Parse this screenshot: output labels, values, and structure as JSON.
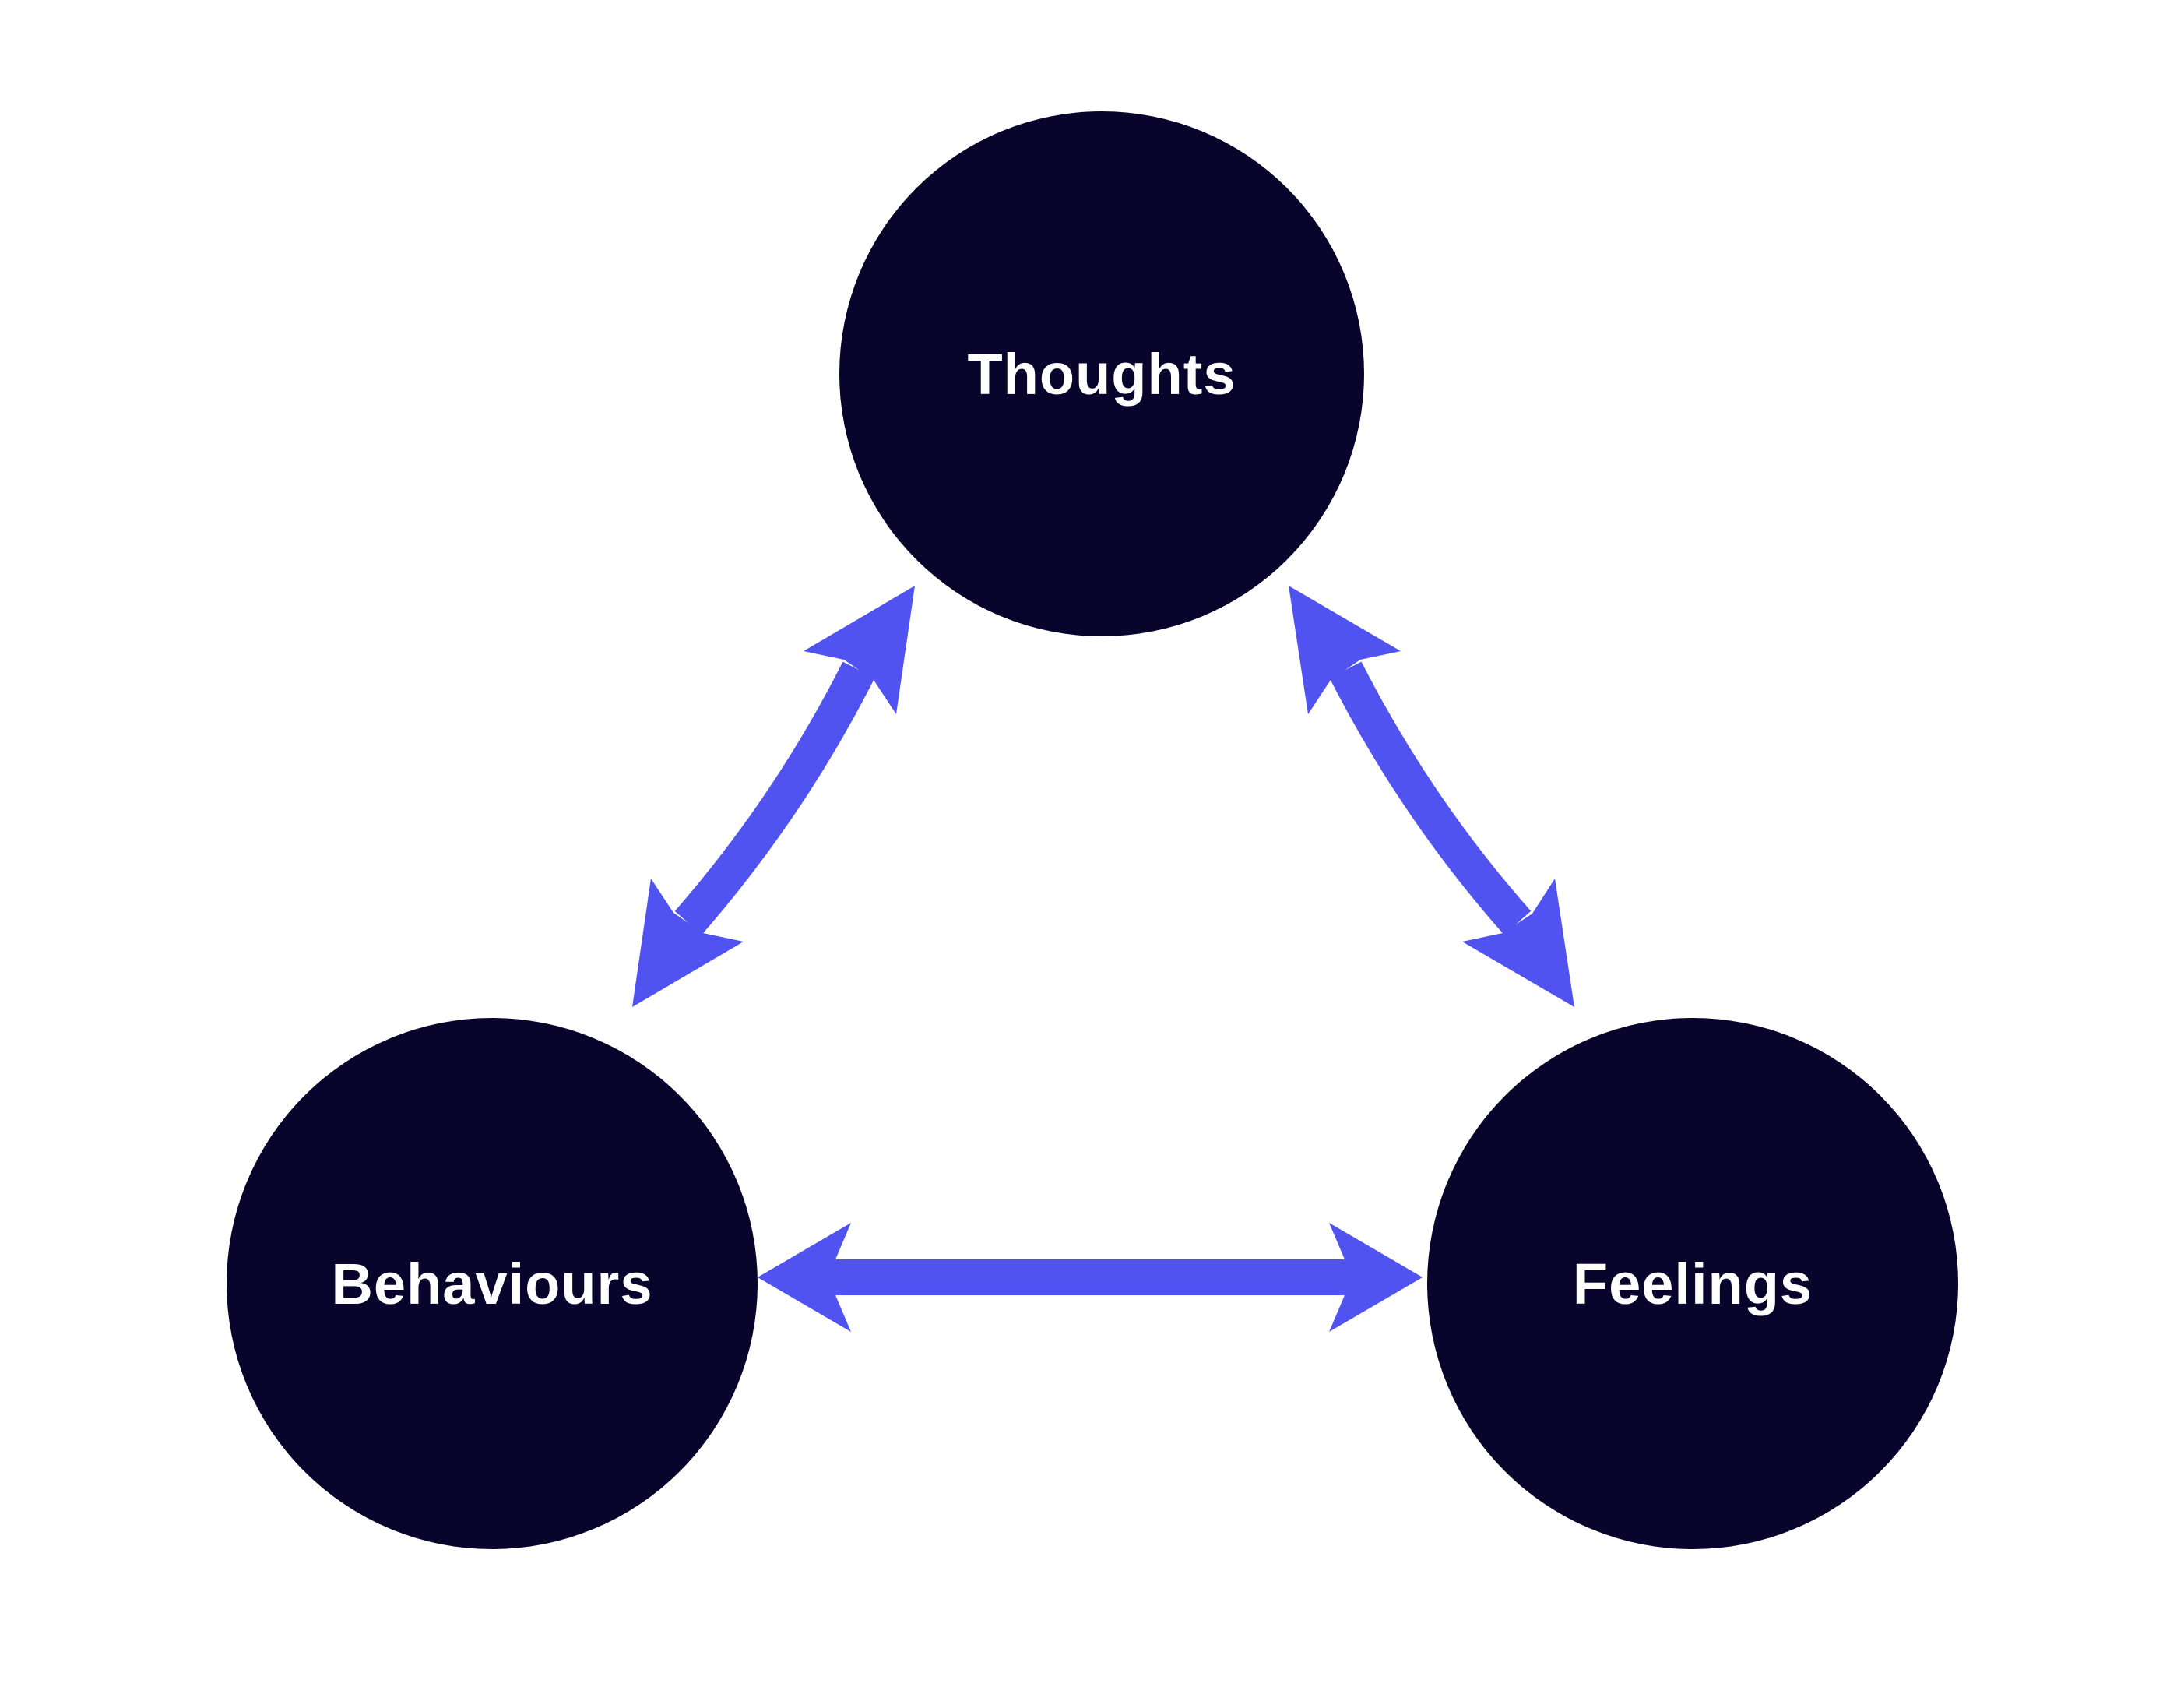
{
  "diagram": {
    "type": "cbt-triangle",
    "background_color": "#ffffff",
    "node_color": "#08042b",
    "arrow_color": "#5153f0",
    "label_color": "#ffffff",
    "nodes": [
      {
        "id": "thoughts",
        "label": "Thoughts"
      },
      {
        "id": "behaviours",
        "label": "Behaviours"
      },
      {
        "id": "feelings",
        "label": "Feelings"
      }
    ],
    "edges": [
      {
        "from": "thoughts",
        "to": "behaviours",
        "bidirectional": true
      },
      {
        "from": "thoughts",
        "to": "feelings",
        "bidirectional": true
      },
      {
        "from": "behaviours",
        "to": "feelings",
        "bidirectional": true
      }
    ]
  }
}
